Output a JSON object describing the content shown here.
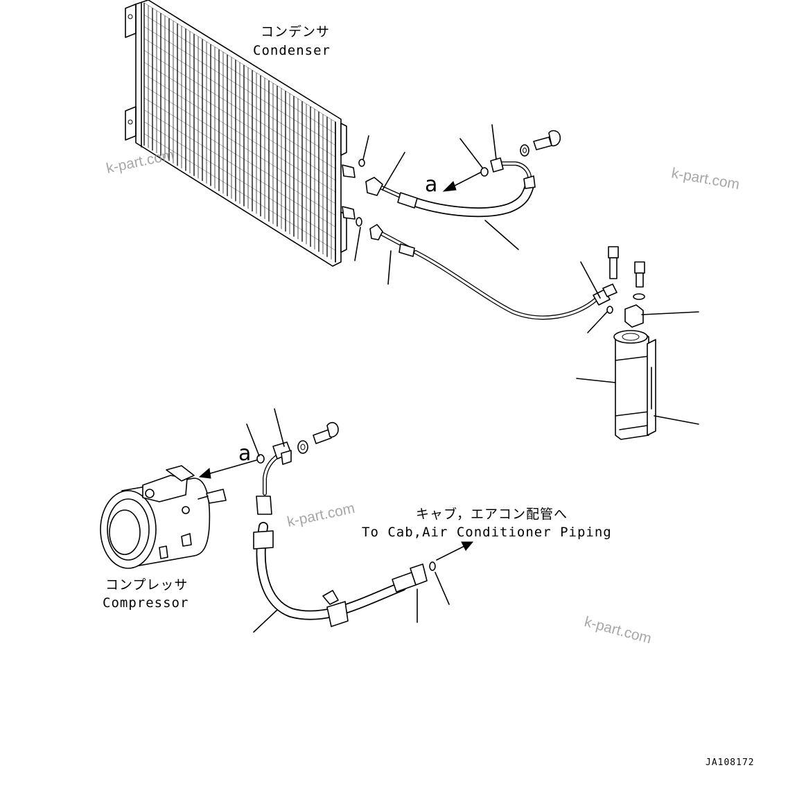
{
  "labels": {
    "condenser_jp": "コンデンサ",
    "condenser_en": "Condenser",
    "compressor_jp": "コンプレッサ",
    "compressor_en": "Compressor",
    "to_cab_jp": "キャブ，エアコン配管へ",
    "to_cab_en": "To Cab,Air Conditioner Piping",
    "mark_a_upper": "a",
    "mark_a_lower": "a",
    "drawing_number": "JA108172"
  },
  "watermarks": [
    "k-part.com",
    "k-part.com",
    "k-part.com",
    "k-part.com"
  ]
}
